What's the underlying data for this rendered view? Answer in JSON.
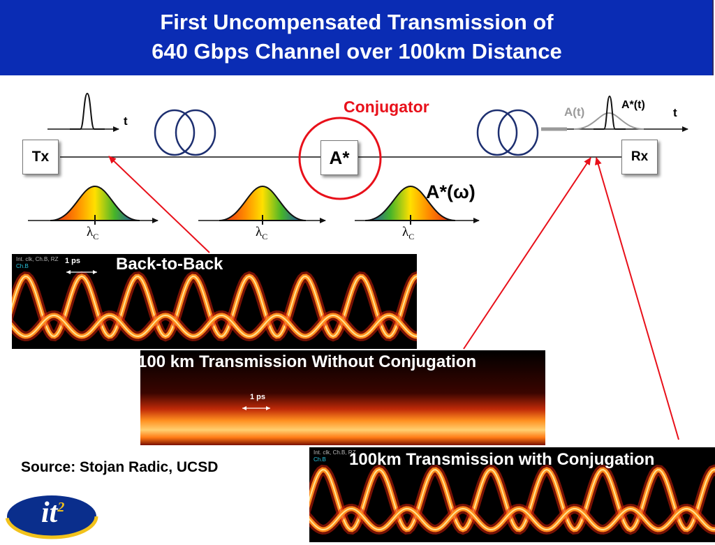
{
  "header": {
    "title_line1": "First Uncompensated Transmission of",
    "title_line2": "640 Gbps Channel over 100km Distance"
  },
  "diagram": {
    "conjugator_label": "Conjugator",
    "tx_label": "Tx",
    "rx_label": "Rx",
    "conjugator_box_label": "A*",
    "spectrum_label": "A*(ω)",
    "lambda_label": "λ",
    "lambda_sub": "C",
    "time_axis_label": "t",
    "input_pulse_label": "A(t)",
    "output_pulse_label": "A*(t)",
    "colors": {
      "title_bar": "#0a2cb4",
      "arrow": "#e8101a",
      "conjugator": "#e8101a"
    }
  },
  "traces": {
    "back_to_back": {
      "title": "Back-to-Back",
      "meta_line1": "Int. clk, Ch.B, RZ",
      "meta_line2": "Ch.B",
      "scale": "1 ps"
    },
    "without_conjugation": {
      "title": "100 km Transmission Without Conjugation",
      "scale": "1 ps"
    },
    "with_conjugation": {
      "title": "100km Transmission with Conjugation",
      "meta_line1": "Int. clk, Ch.B, RZ",
      "meta_line2": "Ch.B"
    }
  },
  "footer": {
    "source": "Source: Stojan Radic, UCSD",
    "logo_text": "it",
    "logo_superscript": "2"
  }
}
